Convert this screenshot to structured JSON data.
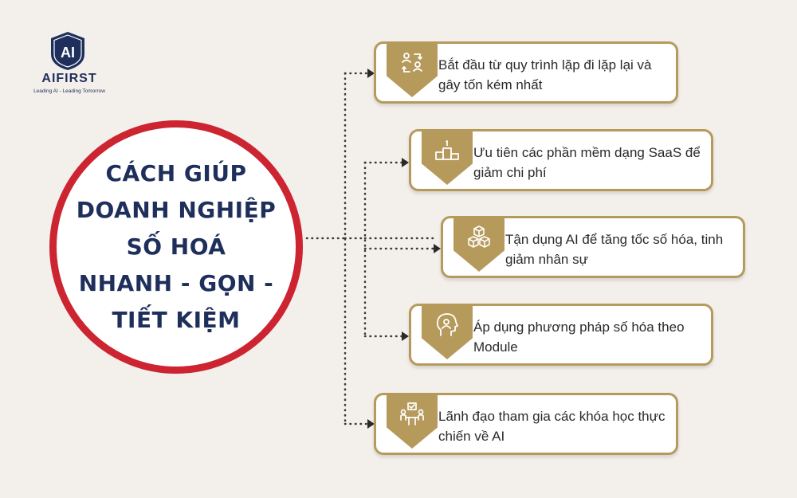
{
  "logo": {
    "name": "AIFIRST",
    "mark_text": "AI",
    "tagline": "Leading AI - Leading Tomorrow"
  },
  "center": {
    "title_lines": [
      "CÁCH GIÚP",
      "DOANH NGHIỆP",
      "SỐ HOÁ",
      "NHANH - GỌN -",
      "TIẾT KIỆM"
    ]
  },
  "items": [
    {
      "text": "Bắt đầu từ quy trình lặp đi lặp lại và gây tốn kém nhất",
      "icon": "people-exchange-icon"
    },
    {
      "text": "Ưu tiên các phần mềm dạng SaaS để giảm chi phí",
      "icon": "podium-icon"
    },
    {
      "text": "Tận dụng AI để tăng tốc số hóa, tinh giảm nhân sự",
      "icon": "cubes-icon"
    },
    {
      "text": "Áp dụng phương pháp số hóa theo Module",
      "icon": "head-profile-icon"
    },
    {
      "text": "Lãnh đạo tham gia các khóa học thực chiến về AI",
      "icon": "meeting-icon"
    }
  ],
  "colors": {
    "background": "#f3efea",
    "accent_gold": "#b69a5c",
    "circle_border": "#cc2431",
    "title_navy": "#1f2f5c"
  }
}
